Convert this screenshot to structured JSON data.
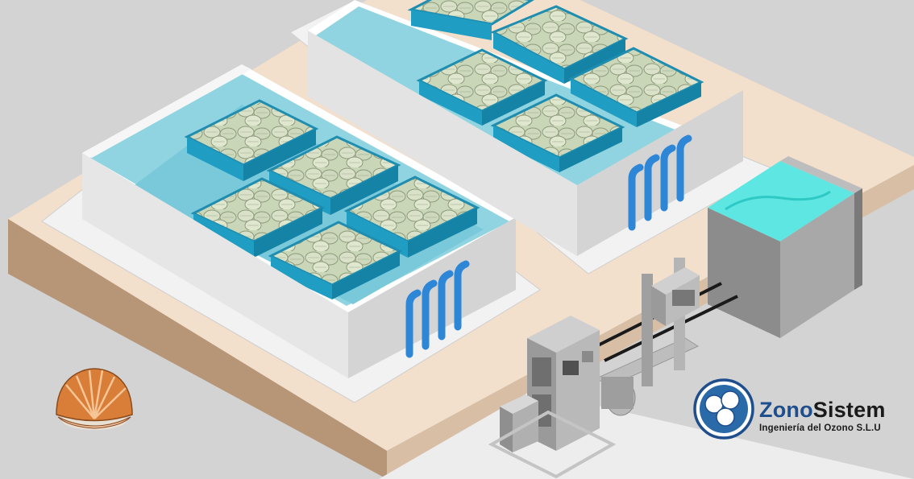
{
  "logo": {
    "brand_part1": "Zono",
    "brand_part2": "Sistem",
    "tagline": "Ingeniería del Ozono S.L.U",
    "icon": "ozone-molecule-icon",
    "colors": {
      "primary": "#1f4e8c",
      "text": "#1a1a1a"
    }
  },
  "palette": {
    "background": "#d3d3d3",
    "ground": "#f2dfcc",
    "water": "#29a8cc",
    "tank_wall": "#e6e6e6",
    "reservoir_water": "#5ee6e3",
    "pipes": "#2e86d6"
  }
}
